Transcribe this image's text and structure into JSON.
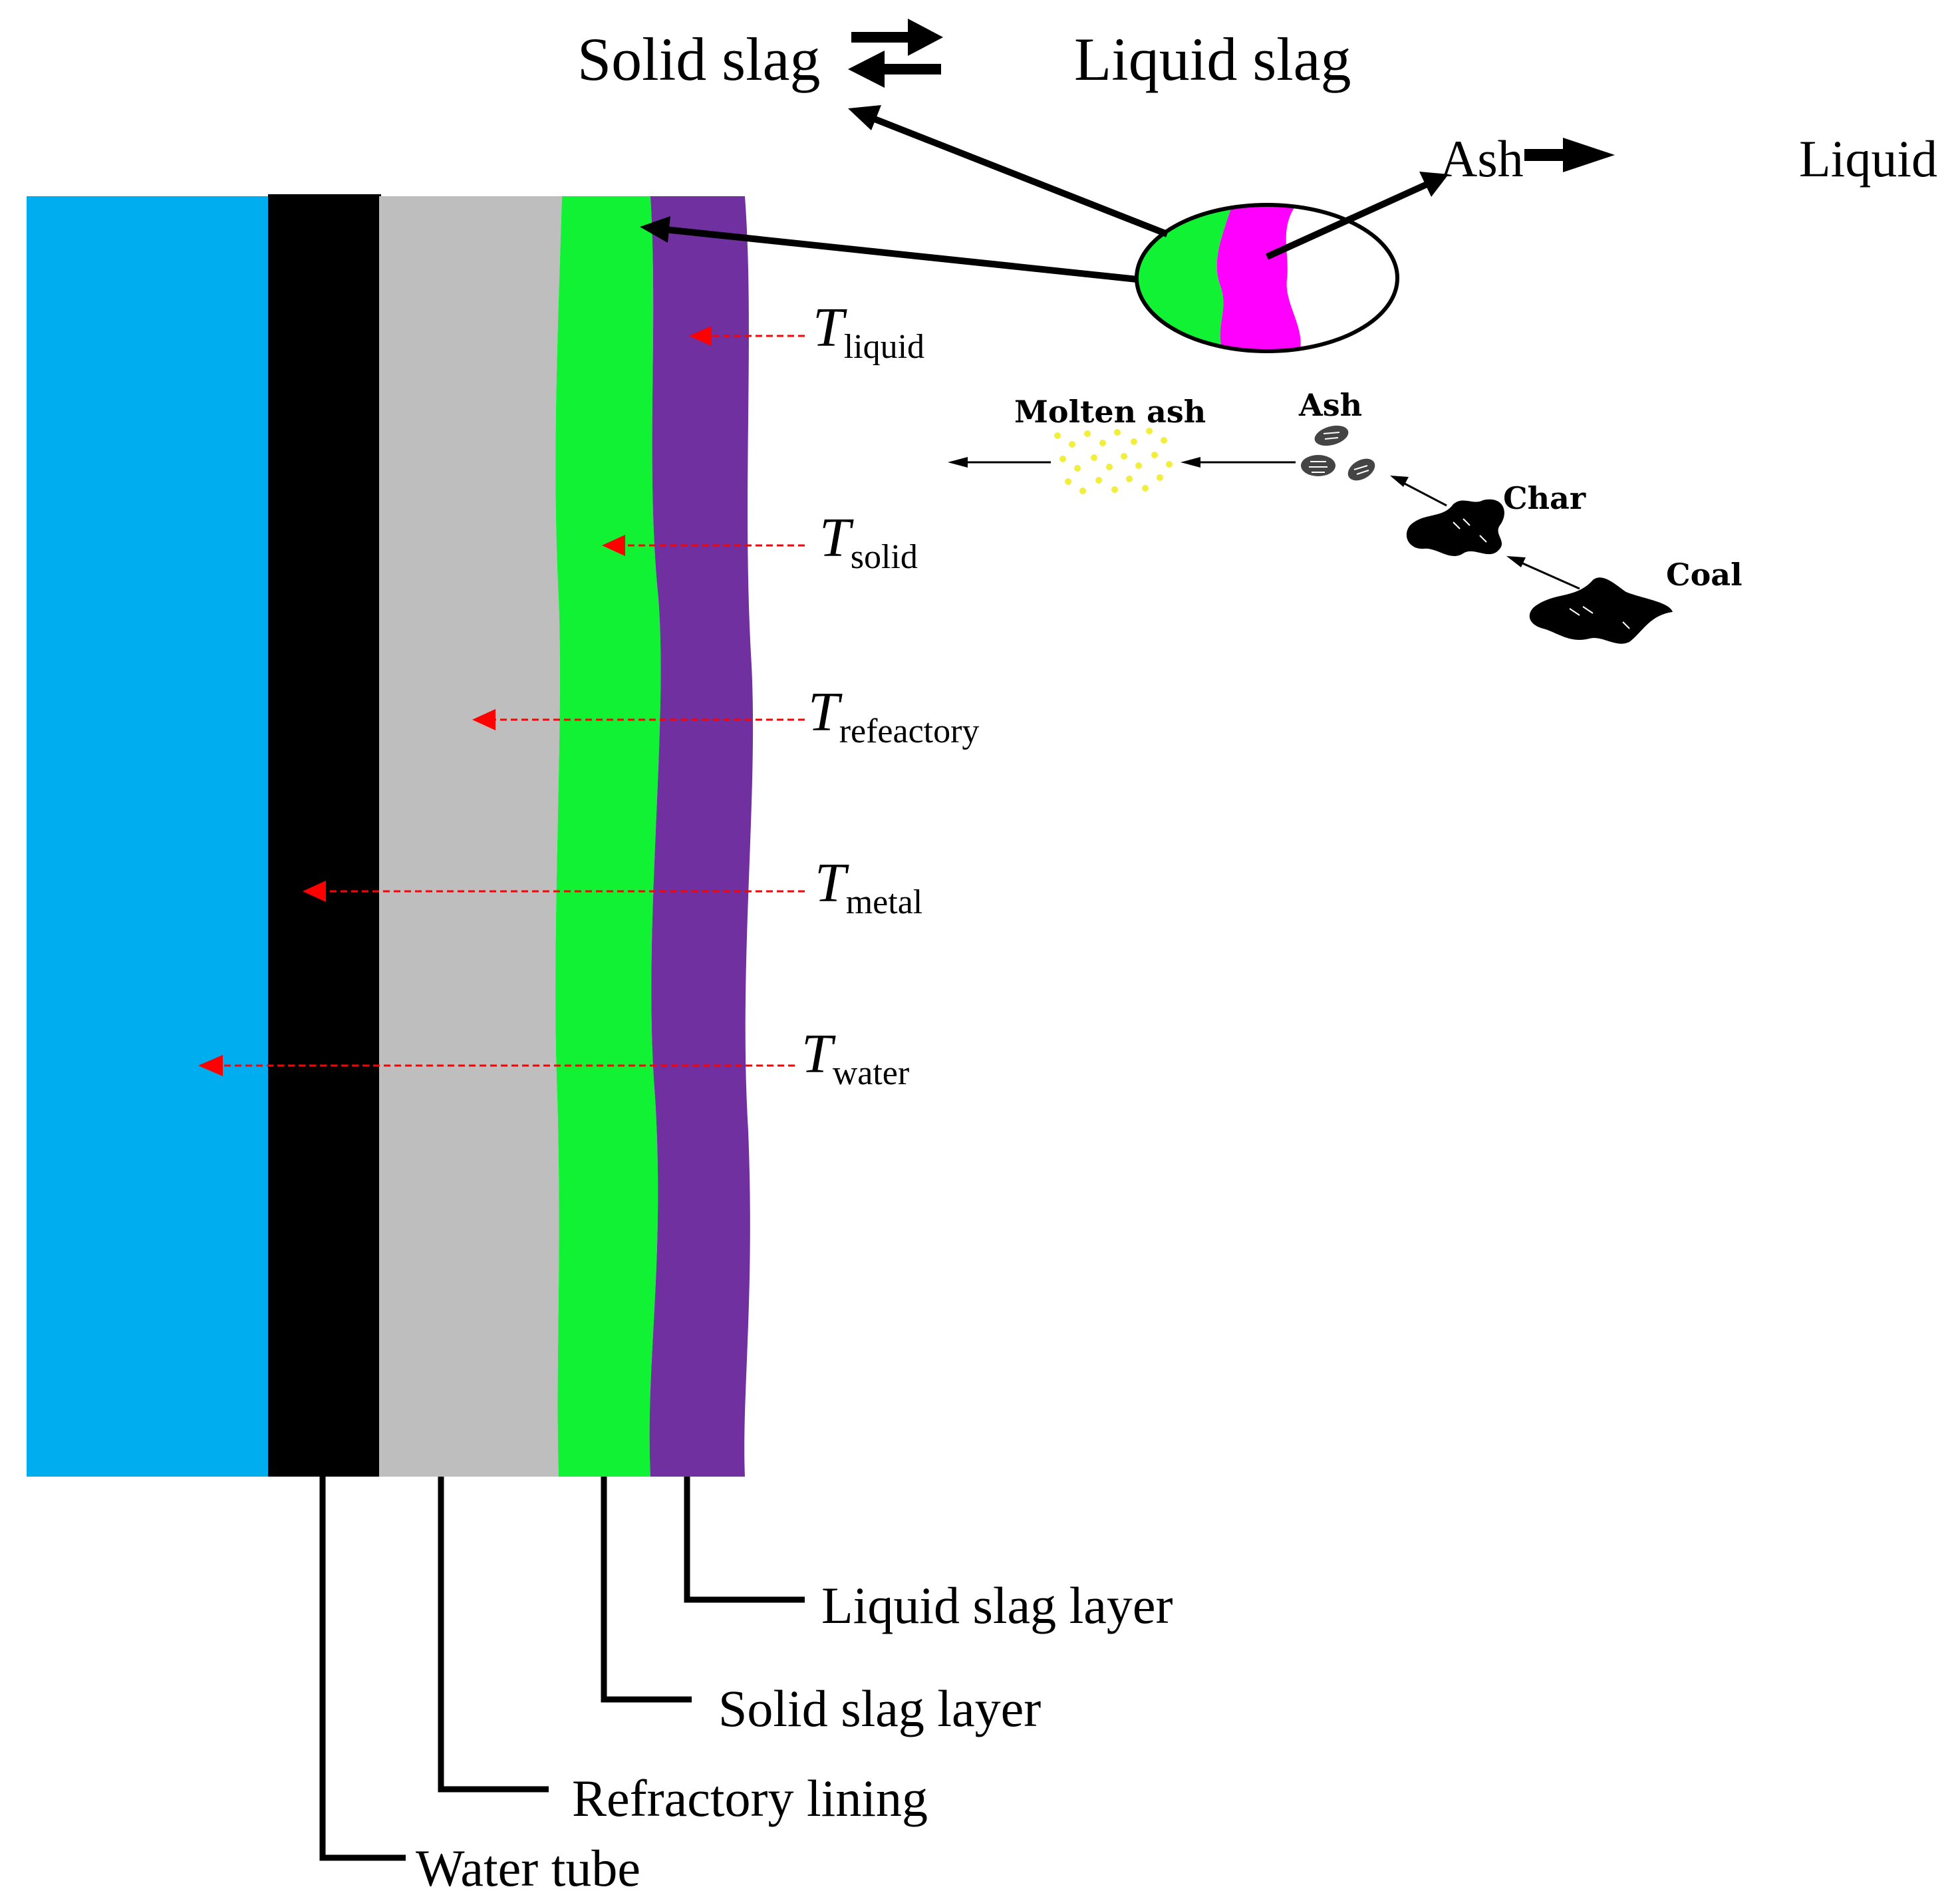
{
  "colors": {
    "water": "#00AEEF",
    "metal": "#000000",
    "refractory": "#BEBEBE",
    "solid_slag": "#11F235",
    "liquid_slag": "#7030A0",
    "inset_solid": "#11F235",
    "inset_liquid": "#FF00FF",
    "temperature_arrow": "#FF0000",
    "molten_ash": "#F2EE3C"
  },
  "phase_change": {
    "solid_slag": "Solid slag",
    "liquid_slag": "Liquid slag",
    "ash": "Ash",
    "liquid": "Liquid"
  },
  "temperatures": [
    {
      "symbol": "T",
      "sub": "liquid"
    },
    {
      "symbol": "T",
      "sub": "solid"
    },
    {
      "symbol": "T",
      "sub": "refeactory"
    },
    {
      "symbol": "T",
      "sub": "metal"
    },
    {
      "symbol": "T",
      "sub": "water"
    }
  ],
  "layers": {
    "liquid_slag_layer": "Liquid slag layer",
    "solid_slag_layer": "Solid slag layer",
    "refractory_lining": "Refractory lining",
    "water_tube": "Water tube"
  },
  "particle_path": {
    "molten_ash": "Molten ash",
    "ash": "Ash",
    "char": "Char",
    "coal": "Coal"
  },
  "icons": [
    "double-arrow-icon",
    "right-arrow-icon",
    "magnifier-circle-icon",
    "coal-particle-icon",
    "char-particle-icon",
    "ash-particle-icon"
  ]
}
